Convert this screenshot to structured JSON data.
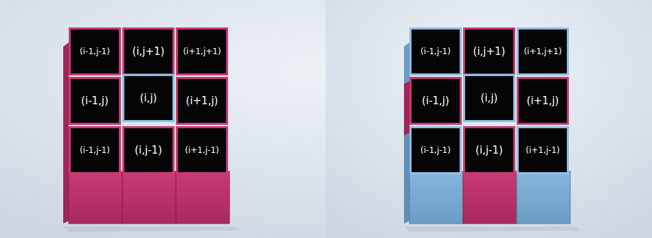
{
  "diagram": {
    "nodes": [
      {
        "text": [
          "(i-1,j-1)"
        ]
      },
      {
        "text": [
          "(i,j+1)"
        ]
      },
      {
        "text": [
          "(i+1,j+1)"
        ]
      },
      {
        "text": [
          "(i-1,j)"
        ]
      },
      {
        "text": [
          "(i,j)"
        ]
      },
      {
        "text": [
          "(i+1,j)"
        ]
      },
      {
        "text": [
          "(i-1,j-1)"
        ]
      },
      {
        "text": [
          "(i,j-1)"
        ]
      },
      {
        "text": [
          "(i+1,j-1)"
        ]
      },
      {
        "text": [
          "(i-1,j-1)"
        ]
      },
      {
        "text": [
          "(i,j+1)"
        ]
      },
      {
        "text": [
          "(i+1,j+1)"
        ]
      },
      {
        "text": [
          "(i-1,j)"
        ]
      },
      {
        "text": [
          "(i,j)"
        ]
      },
      {
        "text": [
          "(i+1,j)"
        ]
      },
      {
        "text": [
          "(i-1,j-1)"
        ]
      },
      {
        "text": [
          "(i,j-1)"
        ]
      },
      {
        "text": [
          "(i+1,j-1)"
        ]
      }
    ]
  }
}
